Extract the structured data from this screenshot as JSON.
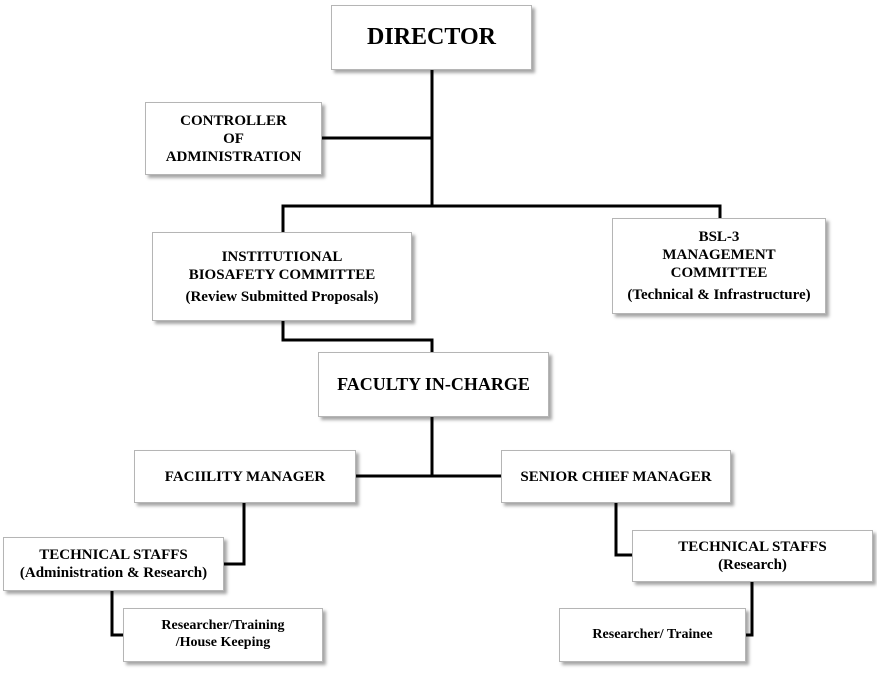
{
  "director": {
    "title": "DIRECTOR"
  },
  "controller": {
    "lines": [
      "CONTROLLER",
      "OF",
      "ADMINISTRATION"
    ]
  },
  "ibc": {
    "lines": [
      "INSTITUTIONAL",
      "BIOSAFETY COMMITTEE",
      "(Review Submitted Proposals)"
    ]
  },
  "bsl3": {
    "lines": [
      "BSL-3",
      "MANAGEMENT",
      "COMMITTEE",
      "(Technical & Infrastructure)"
    ]
  },
  "faculty": {
    "title": "FACULTY IN-CHARGE"
  },
  "facility_manager": {
    "title": "FACIILITY MANAGER"
  },
  "senior_chief_manager": {
    "title": "SENIOR CHIEF MANAGER"
  },
  "tech_staff_left": {
    "lines": [
      "TECHNICAL STAFFS",
      "(Administration & Research)"
    ]
  },
  "tech_staff_right": {
    "lines": [
      "TECHNICAL STAFFS",
      "(Research)"
    ]
  },
  "researcher_left": {
    "lines": [
      "Researcher/Training",
      "/House Keeping"
    ]
  },
  "researcher_right": {
    "title": "Researcher/ Trainee"
  }
}
